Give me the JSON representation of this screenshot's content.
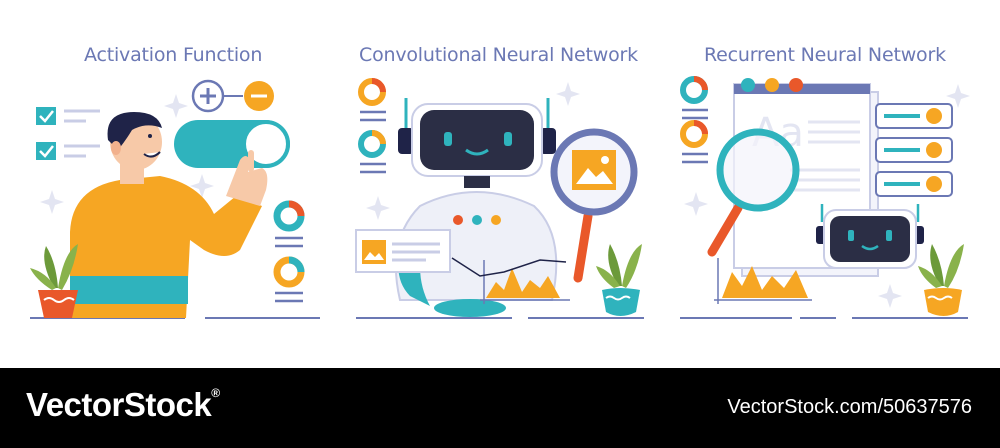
{
  "panels": [
    {
      "title": "Activation Function",
      "scene": "person-toggle-switch"
    },
    {
      "title": "Convolutional Neural Network",
      "scene": "robot-magnifier-image"
    },
    {
      "title": "Recurrent Neural Network",
      "scene": "document-magnifier-robot"
    }
  ],
  "footer": {
    "brand": "VectorStock",
    "registered_mark": "®",
    "url": "VectorStock.com/50637576"
  },
  "colors": {
    "title": "#6b78b4",
    "navy": "#1f2348",
    "teal": "#2fb3bd",
    "orange": "#f6a623",
    "red_orange": "#e9582a",
    "green": "#6c9a3a",
    "lavender": "#c9cde6",
    "footer_bg": "#000000"
  }
}
